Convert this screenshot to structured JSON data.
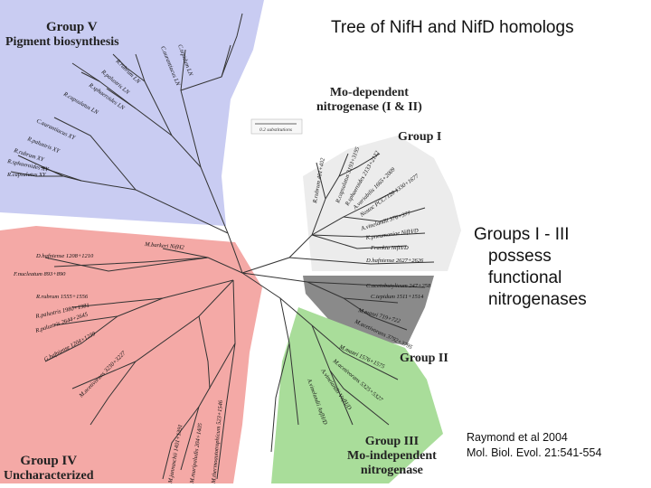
{
  "slide": {
    "title": "Tree of NifH and NifD homologs",
    "bullet": {
      "line1": "Groups I - III",
      "line2": "possess",
      "line3": "functional",
      "line4": "nitrogenases"
    },
    "citation": {
      "line1": "Raymond et al 2004",
      "line2": "Mol. Biol. Evol. 21:541-554"
    }
  },
  "figure": {
    "colors": {
      "group_v": "#c9ccf2",
      "group_i": "#ececec",
      "group_ii": "#8a8a8a",
      "group_iii": "#a9dd9a",
      "group_iv": "#f4a9a6",
      "branch": "#333333"
    },
    "groups": {
      "group_v": {
        "name": "Group V",
        "subtitle": "Pigment biosynthesis"
      },
      "mo_dependent": {
        "line1": "Mo-dependent",
        "line2": "nitrogenase (I & II)"
      },
      "group_i": {
        "name": "Group I"
      },
      "group_ii": {
        "name": "Group II"
      },
      "group_iii": {
        "name": "Group III",
        "line2": "Mo-independent",
        "line3": "nitrogenase"
      },
      "group_iv": {
        "name": "Group IV",
        "subtitle": "Uncharacterized"
      }
    },
    "scale_bar": "0.2 substitutions",
    "leaves": {
      "v1": "C.tepidum LN",
      "v2": "R.rubrum LN",
      "v3": "R.palustris LN",
      "v4": "R.sphaeroides LN",
      "v5": "R.capsulatus LN",
      "v6": "C.aurantiacus LN",
      "v7": "C.aurantiacus XY",
      "v8": "R.palustris XY",
      "v9": "R.rubrum XY",
      "v10": "R.sphaeroides XY",
      "v11": "R.capsulatus XY",
      "i1": "Frankia NifH/D",
      "i2": "D.hafniense 2627+2626",
      "i3": "A.vinelandii 376+377",
      "i4": "K.pneumoniae NifH/D",
      "i5": "Nostoc PCC7120 1330+1677",
      "i6": "A.variabilis 1665+2009",
      "i7": "R.rubrum 401+402",
      "i8": "R.capsulatus 3193+3195",
      "i9": "R.sphaeroides 2133+2132",
      "ii1": "C.acetobutylicum 247+258",
      "ii2": "C.tepidum 1511+1514",
      "ii3": "M.mazei 719+722",
      "ii4": "M.acetivorans 3792+3795",
      "iii1": "A.vinelandii VnfH/D",
      "iii2": "A.vinelandii AnfH/D",
      "iii3": "M.mazei 1576+1575",
      "iii4": "M.acetivorans 5325+5327",
      "iv1": "M.barkeri NifH2",
      "iv2": "D.hafniense 1208+1210",
      "iv3": "F.nucleatum 893+890",
      "iv4": "R.rubrum 1555+1556",
      "iv5": "R.palustris 1980+1981",
      "iv6": "R.palustris 2644+2645",
      "iv7": "G.hafniense 1204+1239",
      "iv8": "M.jannaschii 1401+1391",
      "iv9": "M.acetivorans 3230+3227",
      "iv10": "M.maripaludis 204+1405",
      "iv11": "M.thermoautotrophicum 523+1546"
    }
  }
}
